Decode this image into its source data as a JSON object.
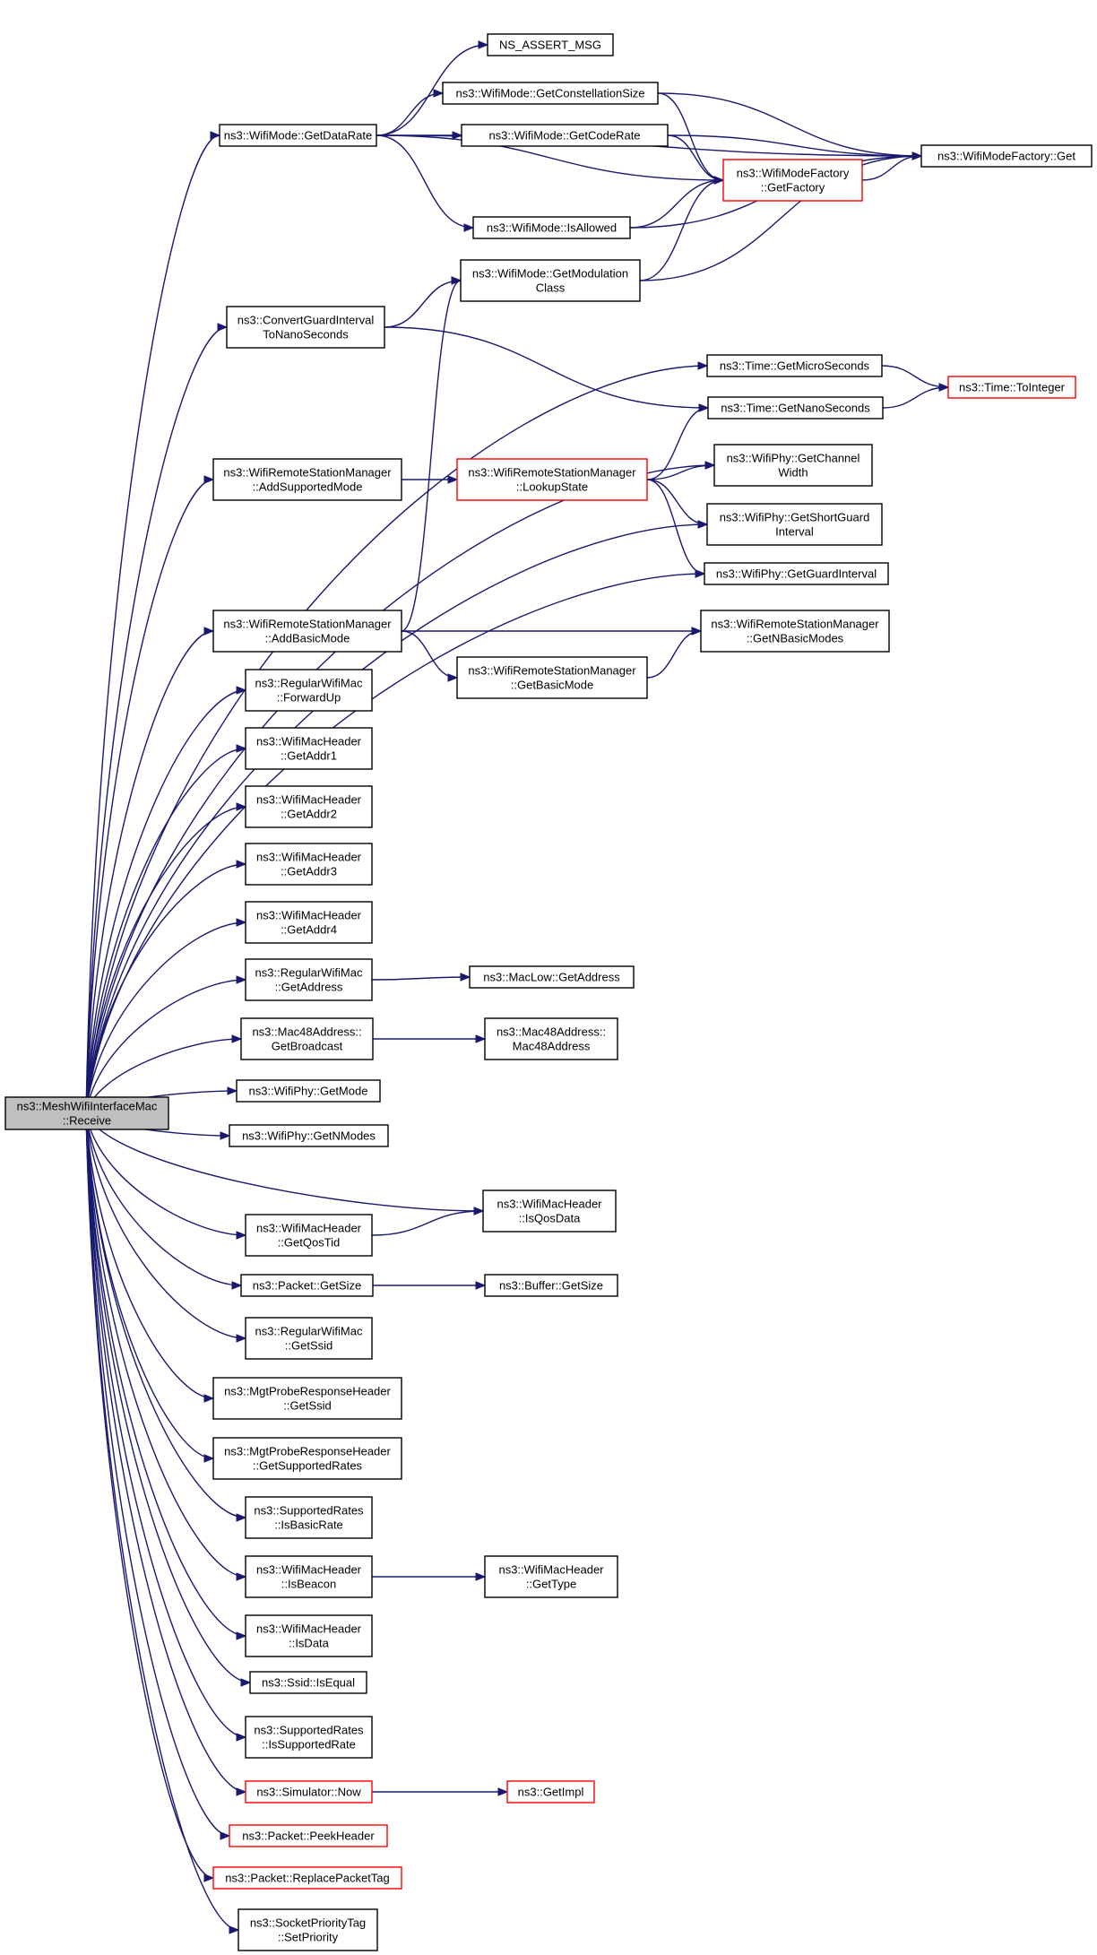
{
  "diagram": {
    "nodes": [
      {
        "id": "root",
        "lines": [
          "ns3::MeshWifiInterfaceMac",
          "::Receive"
        ],
        "border": "black",
        "fill": "#bfbfbf"
      },
      {
        "id": "assert",
        "lines": [
          "NS_ASSERT_MSG"
        ],
        "border": "black"
      },
      {
        "id": "constsize",
        "lines": [
          "ns3::WifiMode::GetConstellationSize"
        ],
        "border": "black"
      },
      {
        "id": "datarate",
        "lines": [
          "ns3::WifiMode::GetDataRate"
        ],
        "border": "black"
      },
      {
        "id": "coderate",
        "lines": [
          "ns3::WifiMode::GetCodeRate"
        ],
        "border": "black"
      },
      {
        "id": "factoryget",
        "lines": [
          "ns3::WifiModeFactory::Get"
        ],
        "border": "black"
      },
      {
        "id": "getfactory",
        "lines": [
          "ns3::WifiModeFactory",
          "::GetFactory"
        ],
        "border": "red"
      },
      {
        "id": "isallowed",
        "lines": [
          "ns3::WifiMode::IsAllowed"
        ],
        "border": "black"
      },
      {
        "id": "modclass",
        "lines": [
          "ns3::WifiMode::GetModulation",
          "Class"
        ],
        "border": "black"
      },
      {
        "id": "convguard",
        "lines": [
          "ns3::ConvertGuardInterval",
          "ToNanoSeconds"
        ],
        "border": "black"
      },
      {
        "id": "micro",
        "lines": [
          "ns3::Time::GetMicroSeconds"
        ],
        "border": "black"
      },
      {
        "id": "tointeger",
        "lines": [
          "ns3::Time::ToInteger"
        ],
        "border": "red"
      },
      {
        "id": "nano",
        "lines": [
          "ns3::Time::GetNanoSeconds"
        ],
        "border": "black"
      },
      {
        "id": "addsupported",
        "lines": [
          "ns3::WifiRemoteStationManager",
          "::AddSupportedMode"
        ],
        "border": "black"
      },
      {
        "id": "lookup",
        "lines": [
          "ns3::WifiRemoteStationManager",
          "::LookupState"
        ],
        "border": "red"
      },
      {
        "id": "chanwidth",
        "lines": [
          "ns3::WifiPhy::GetChannel",
          "Width"
        ],
        "border": "black"
      },
      {
        "id": "shortguard",
        "lines": [
          "ns3::WifiPhy::GetShortGuard",
          "Interval"
        ],
        "border": "black"
      },
      {
        "id": "guardint",
        "lines": [
          "ns3::WifiPhy::GetGuardInterval"
        ],
        "border": "black"
      },
      {
        "id": "addbasic",
        "lines": [
          "ns3::WifiRemoteStationManager",
          "::AddBasicMode"
        ],
        "border": "black"
      },
      {
        "id": "nbasic",
        "lines": [
          "ns3::WifiRemoteStationManager",
          "::GetNBasicModes"
        ],
        "border": "black"
      },
      {
        "id": "getbasic",
        "lines": [
          "ns3::WifiRemoteStationManager",
          "::GetBasicMode"
        ],
        "border": "black"
      },
      {
        "id": "forwardup",
        "lines": [
          "ns3::RegularWifiMac",
          "::ForwardUp"
        ],
        "border": "black"
      },
      {
        "id": "addr1",
        "lines": [
          "ns3::WifiMacHeader",
          "::GetAddr1"
        ],
        "border": "black"
      },
      {
        "id": "addr2",
        "lines": [
          "ns3::WifiMacHeader",
          "::GetAddr2"
        ],
        "border": "black"
      },
      {
        "id": "addr3",
        "lines": [
          "ns3::WifiMacHeader",
          "::GetAddr3"
        ],
        "border": "black"
      },
      {
        "id": "addr4",
        "lines": [
          "ns3::WifiMacHeader",
          "::GetAddr4"
        ],
        "border": "black"
      },
      {
        "id": "regaddr",
        "lines": [
          "ns3::RegularWifiMac",
          "::GetAddress"
        ],
        "border": "black"
      },
      {
        "id": "maclowaddr",
        "lines": [
          "ns3::MacLow::GetAddress"
        ],
        "border": "black"
      },
      {
        "id": "bcast",
        "lines": [
          "ns3::Mac48Address::",
          "GetBroadcast"
        ],
        "border": "black"
      },
      {
        "id": "mac48",
        "lines": [
          "ns3::Mac48Address::",
          "Mac48Address"
        ],
        "border": "black"
      },
      {
        "id": "getmode",
        "lines": [
          "ns3::WifiPhy::GetMode"
        ],
        "border": "black"
      },
      {
        "id": "getnmodes",
        "lines": [
          "ns3::WifiPhy::GetNModes"
        ],
        "border": "black"
      },
      {
        "id": "isqos",
        "lines": [
          "ns3::WifiMacHeader",
          "::IsQosData"
        ],
        "border": "black"
      },
      {
        "id": "qostid",
        "lines": [
          "ns3::WifiMacHeader",
          "::GetQosTid"
        ],
        "border": "black"
      },
      {
        "id": "pktsize",
        "lines": [
          "ns3::Packet::GetSize"
        ],
        "border": "black"
      },
      {
        "id": "bufsize",
        "lines": [
          "ns3::Buffer::GetSize"
        ],
        "border": "black"
      },
      {
        "id": "regssid",
        "lines": [
          "ns3::RegularWifiMac",
          "::GetSsid"
        ],
        "border": "black"
      },
      {
        "id": "probessid",
        "lines": [
          "ns3::MgtProbeResponseHeader",
          "::GetSsid"
        ],
        "border": "black"
      },
      {
        "id": "proberates",
        "lines": [
          "ns3::MgtProbeResponseHeader",
          "::GetSupportedRates"
        ],
        "border": "black"
      },
      {
        "id": "isbasicrate",
        "lines": [
          "ns3::SupportedRates",
          "::IsBasicRate"
        ],
        "border": "black"
      },
      {
        "id": "isbeacon",
        "lines": [
          "ns3::WifiMacHeader",
          "::IsBeacon"
        ],
        "border": "black"
      },
      {
        "id": "gettype",
        "lines": [
          "ns3::WifiMacHeader",
          "::GetType"
        ],
        "border": "black"
      },
      {
        "id": "isdata",
        "lines": [
          "ns3::WifiMacHeader",
          "::IsData"
        ],
        "border": "black"
      },
      {
        "id": "isequal",
        "lines": [
          "ns3::Ssid::IsEqual"
        ],
        "border": "black"
      },
      {
        "id": "issupported",
        "lines": [
          "ns3::SupportedRates",
          "::IsSupportedRate"
        ],
        "border": "black"
      },
      {
        "id": "simnow",
        "lines": [
          "ns3::Simulator::Now"
        ],
        "border": "red"
      },
      {
        "id": "getimpl",
        "lines": [
          "ns3::GetImpl"
        ],
        "border": "red"
      },
      {
        "id": "peek",
        "lines": [
          "ns3::Packet::PeekHeader"
        ],
        "border": "red"
      },
      {
        "id": "replace",
        "lines": [
          "ns3::Packet::ReplacePacketTag"
        ],
        "border": "red"
      },
      {
        "id": "setprio",
        "lines": [
          "ns3::SocketPriorityTag",
          "::SetPriority"
        ],
        "border": "black"
      }
    ],
    "edges": [
      [
        "root",
        "datarate"
      ],
      [
        "root",
        "convguard"
      ],
      [
        "root",
        "micro"
      ],
      [
        "root",
        "chanwidth"
      ],
      [
        "root",
        "addsupported"
      ],
      [
        "root",
        "shortguard"
      ],
      [
        "root",
        "guardint"
      ],
      [
        "root",
        "addbasic"
      ],
      [
        "root",
        "forwardup"
      ],
      [
        "root",
        "addr1"
      ],
      [
        "root",
        "addr2"
      ],
      [
        "root",
        "addr3"
      ],
      [
        "root",
        "addr4"
      ],
      [
        "root",
        "regaddr"
      ],
      [
        "root",
        "bcast"
      ],
      [
        "root",
        "getmode"
      ],
      [
        "root",
        "getnmodes"
      ],
      [
        "root",
        "isqos"
      ],
      [
        "root",
        "qostid"
      ],
      [
        "root",
        "pktsize"
      ],
      [
        "root",
        "regssid"
      ],
      [
        "root",
        "probessid"
      ],
      [
        "root",
        "proberates"
      ],
      [
        "root",
        "isbasicrate"
      ],
      [
        "root",
        "isbeacon"
      ],
      [
        "root",
        "isdata"
      ],
      [
        "root",
        "isequal"
      ],
      [
        "root",
        "issupported"
      ],
      [
        "root",
        "simnow"
      ],
      [
        "root",
        "peek"
      ],
      [
        "root",
        "replace"
      ],
      [
        "root",
        "setprio"
      ],
      [
        "datarate",
        "assert"
      ],
      [
        "datarate",
        "constsize"
      ],
      [
        "datarate",
        "coderate"
      ],
      [
        "datarate",
        "factoryget"
      ],
      [
        "datarate",
        "getfactory"
      ],
      [
        "datarate",
        "isallowed"
      ],
      [
        "constsize",
        "getfactory"
      ],
      [
        "constsize",
        "factoryget"
      ],
      [
        "coderate",
        "getfactory"
      ],
      [
        "coderate",
        "factoryget"
      ],
      [
        "getfactory",
        "factoryget"
      ],
      [
        "isallowed",
        "getfactory"
      ],
      [
        "isallowed",
        "factoryget"
      ],
      [
        "modclass",
        "getfactory"
      ],
      [
        "modclass",
        "factoryget"
      ],
      [
        "convguard",
        "modclass"
      ],
      [
        "convguard",
        "nano"
      ],
      [
        "micro",
        "tointeger"
      ],
      [
        "nano",
        "tointeger"
      ],
      [
        "addsupported",
        "lookup"
      ],
      [
        "lookup",
        "nano"
      ],
      [
        "lookup",
        "chanwidth"
      ],
      [
        "lookup",
        "shortguard"
      ],
      [
        "lookup",
        "guardint"
      ],
      [
        "addbasic",
        "modclass"
      ],
      [
        "addbasic",
        "nbasic"
      ],
      [
        "addbasic",
        "getbasic"
      ],
      [
        "getbasic",
        "nbasic"
      ],
      [
        "regaddr",
        "maclowaddr"
      ],
      [
        "bcast",
        "mac48"
      ],
      [
        "qostid",
        "isqos"
      ],
      [
        "pktsize",
        "bufsize"
      ],
      [
        "isbeacon",
        "gettype"
      ],
      [
        "simnow",
        "getimpl"
      ]
    ]
  }
}
